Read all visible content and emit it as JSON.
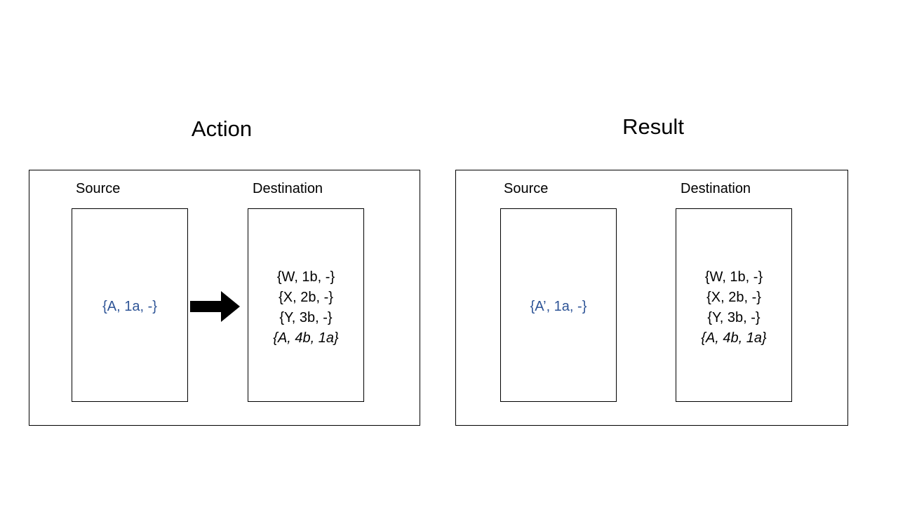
{
  "panels": [
    {
      "id": "action",
      "title": "Action",
      "columns": [
        {
          "label": "Source",
          "lines": [
            {
              "text": "{A, 1a, -}",
              "style": "blue"
            }
          ]
        },
        {
          "label": "Destination",
          "lines": [
            {
              "text": "{W, 1b, -}",
              "style": "normal"
            },
            {
              "text": "{X, 2b, -}",
              "style": "normal"
            },
            {
              "text": "{Y, 3b, -}",
              "style": "normal"
            },
            {
              "text": "{A, 4b, 1a}",
              "style": "italic"
            }
          ]
        }
      ],
      "arrow": "right-arrow"
    },
    {
      "id": "result",
      "title": "Result",
      "columns": [
        {
          "label": "Source",
          "lines": [
            {
              "text": "{A’, 1a, -}",
              "style": "blue"
            }
          ]
        },
        {
          "label": "Destination",
          "lines": [
            {
              "text": "{W, 1b, -}",
              "style": "normal"
            },
            {
              "text": "{X, 2b, -}",
              "style": "normal"
            },
            {
              "text": "{Y, 3b, -}",
              "style": "normal"
            },
            {
              "text": "{A, 4b, 1a}",
              "style": "italic"
            }
          ]
        }
      ],
      "arrow": null
    }
  ],
  "colors": {
    "accent_blue": "#2F5597",
    "stroke": "#000000",
    "background": "#FFFFFF"
  }
}
